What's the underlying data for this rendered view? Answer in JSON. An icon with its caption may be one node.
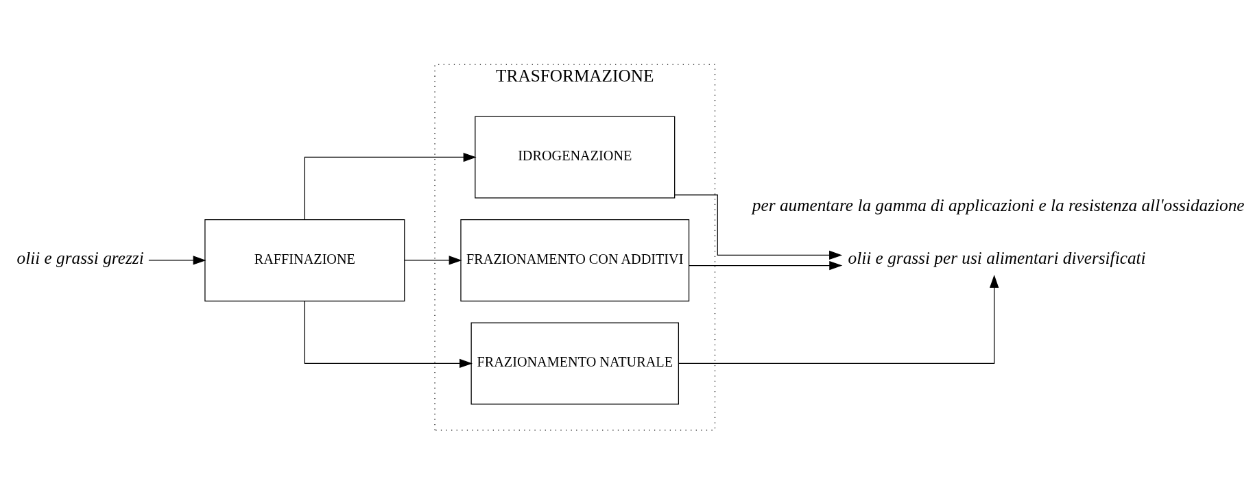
{
  "diagram": {
    "nodes": [
      {
        "text": [
          "olii e grassi grezzi"
        ]
      },
      {
        "text": [
          "RAFFINAZIONE"
        ]
      },
      {
        "text": [
          "TRASFORMAZIONE"
        ]
      },
      {
        "text": [
          "IDROGENAZIONE"
        ],
        "in": 2
      },
      {
        "text": [
          "FRAZIONAMENTO CON ADDITIVI"
        ],
        "in": 2
      },
      {
        "text": [
          "FRAZIONAMENTO NATURALE"
        ],
        "in": 2
      },
      {
        "text": [
          "olii e grassi per usi alimentari diversificati"
        ]
      }
    ],
    "edges": [
      {
        "from": 0,
        "to": 1,
        "arrow": "to"
      },
      {
        "from": 1,
        "to": 3,
        "arrow": "to"
      },
      {
        "from": 1,
        "to": 4,
        "arrow": "to"
      },
      {
        "from": 1,
        "to": 5,
        "arrow": "to"
      },
      {
        "from": 3,
        "to": 6,
        "arrow": "to"
      },
      {
        "from": 4,
        "to": 6,
        "arrow": "to"
      },
      {
        "from": 5,
        "to": 6,
        "arrow": "to"
      }
    ],
    "labels": [
      "per aumentare la gamma di applicazioni e la resistenza all'ossidazione"
    ]
  }
}
